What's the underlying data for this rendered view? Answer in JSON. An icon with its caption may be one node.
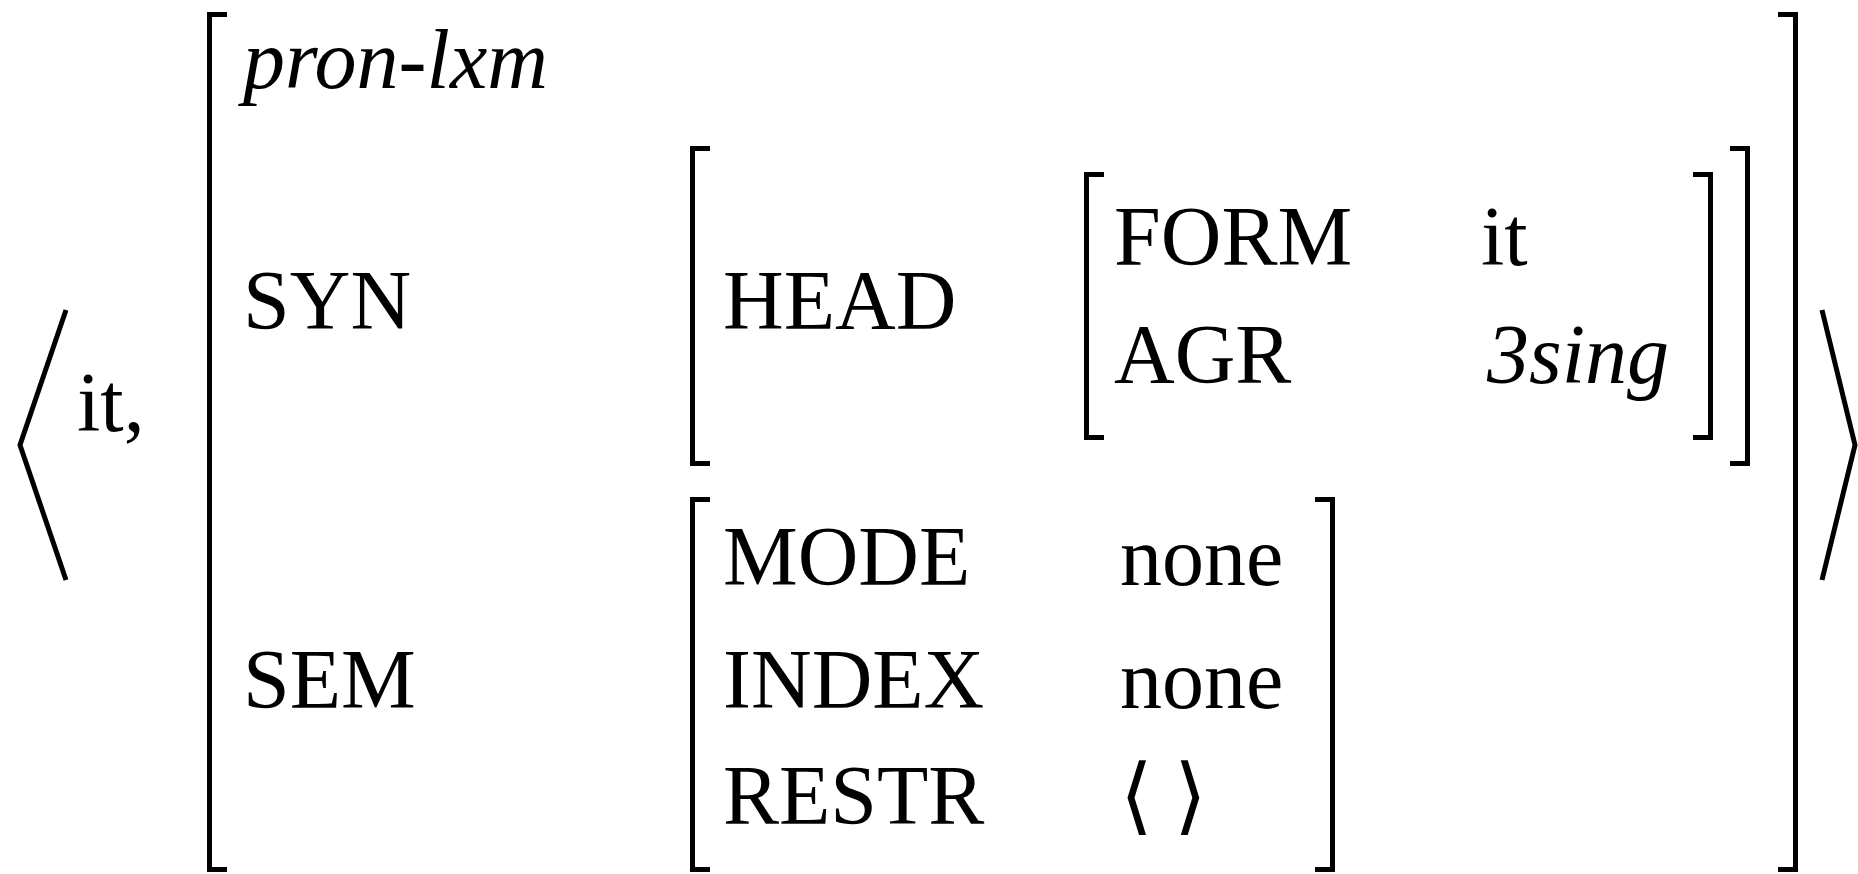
{
  "diagram": {
    "nodes": [
      {
        "text": [
          "it,"
        ]
      },
      {
        "text": [
          "pron-lxm",
          "SYN",
          "SEM"
        ],
        "in": 0
      },
      {
        "text": [
          "HEAD"
        ],
        "in": 1
      },
      {
        "text": [
          "FORM",
          "it",
          "AGR",
          "3sing"
        ],
        "in": 2
      },
      {
        "text": [
          "MODE",
          "none",
          "INDEX",
          "none",
          "RESTR",
          "⟨ ⟩"
        ],
        "in": 1
      }
    ]
  }
}
